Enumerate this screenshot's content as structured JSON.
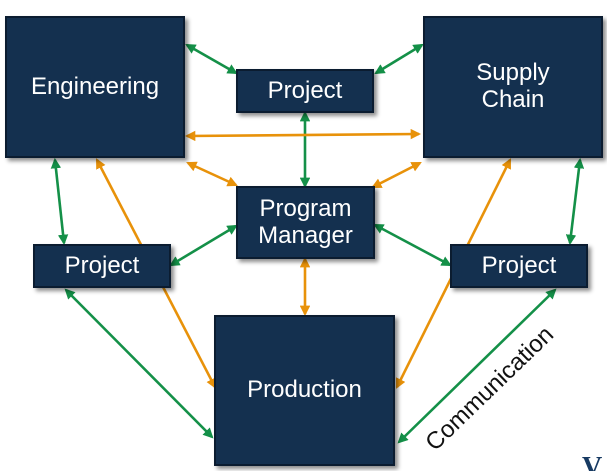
{
  "nodes": {
    "engineering": "Engineering",
    "supply_chain": "Supply\nChain",
    "project_top": "Project",
    "program_manager": "Program\nManager",
    "project_left": "Project",
    "project_right": "Project",
    "production": "Production"
  },
  "edge_label": "Communication",
  "corner_mark": "V",
  "colors": {
    "node_fill": "#14304f",
    "green_arrow": "#149048",
    "orange_arrow": "#e8920a"
  }
}
